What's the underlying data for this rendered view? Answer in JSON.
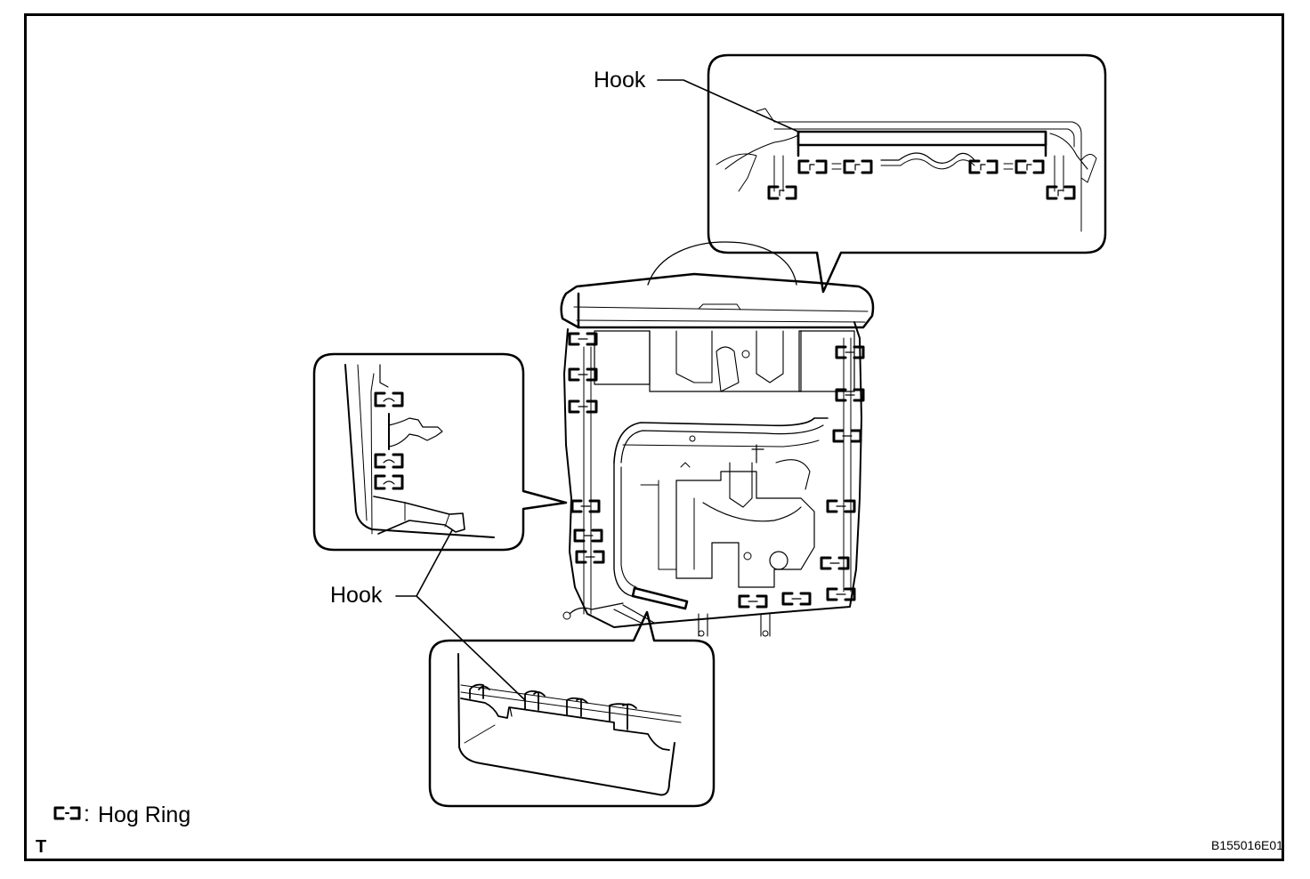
{
  "diagram": {
    "callouts": {
      "hook_top": "Hook",
      "hook_left": "Hook"
    },
    "legend": {
      "symbol": "hog-ring-symbol",
      "separator": ":",
      "label": "Hog Ring"
    },
    "corner_letter": "T",
    "figure_id": "B155016E01",
    "colors": {
      "line": "#000000",
      "background": "#ffffff"
    }
  }
}
